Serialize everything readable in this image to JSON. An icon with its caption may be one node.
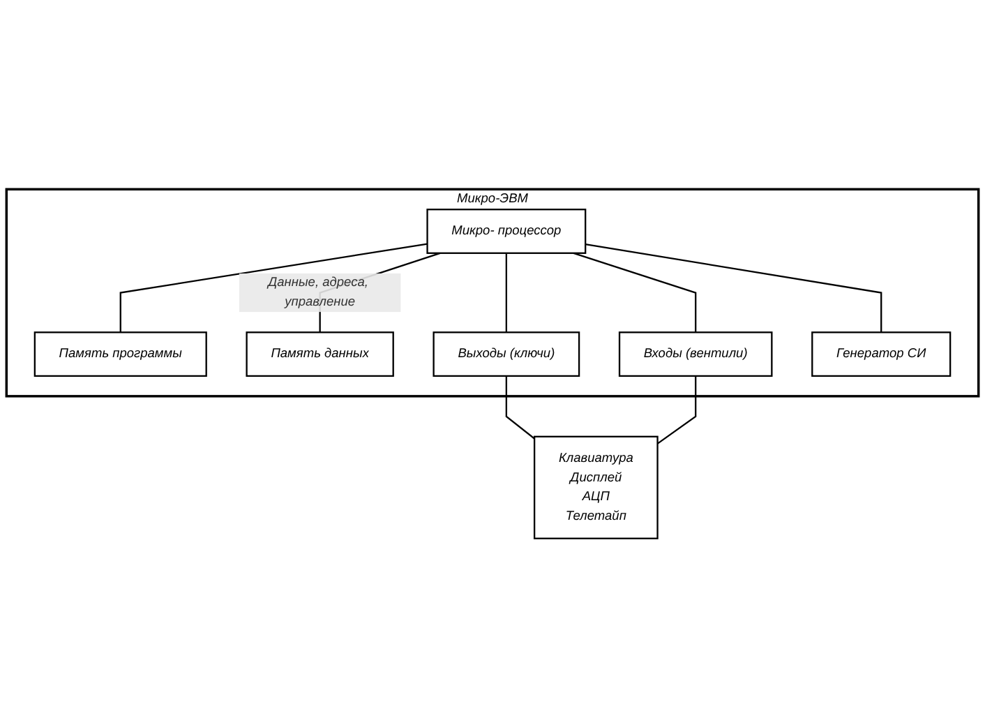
{
  "diagram": {
    "nodes": [
      {
        "text": [
          "Микро-ЭВМ"
        ]
      },
      {
        "text": [
          "Микро- процессор"
        ],
        "in": 0
      },
      {
        "text": [
          "Память программы"
        ],
        "in": 0
      },
      {
        "text": [
          "Память данных"
        ],
        "in": 0
      },
      {
        "text": [
          "Выходы (ключи)"
        ],
        "in": 0
      },
      {
        "text": [
          "Входы (вентили)"
        ],
        "in": 0
      },
      {
        "text": [
          "Генератор СИ"
        ],
        "in": 0
      },
      {
        "text": [
          "Клавиатура",
          "Дисплей",
          "АЦП",
          "Телетайп"
        ]
      }
    ],
    "edges": [
      {
        "from": 1,
        "to": 2,
        "arrow": "none"
      },
      {
        "from": 1,
        "to": 3,
        "arrow": "none",
        "label": "Данные, адреса, управление"
      },
      {
        "from": 1,
        "to": 4,
        "arrow": "none"
      },
      {
        "from": 1,
        "to": 5,
        "arrow": "none"
      },
      {
        "from": 1,
        "to": 6,
        "arrow": "none"
      },
      {
        "from": 4,
        "to": 7,
        "arrow": "none"
      },
      {
        "from": 5,
        "to": 7,
        "arrow": "none"
      }
    ]
  }
}
